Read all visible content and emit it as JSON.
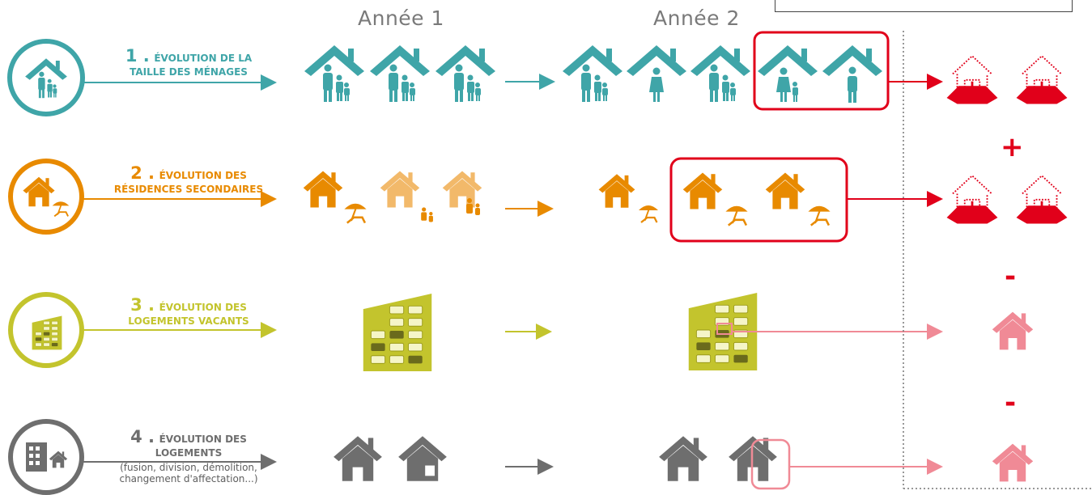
{
  "years": {
    "year1": "Année 1",
    "year2": "Année 2"
  },
  "rows": [
    {
      "num": "1 .",
      "line1": "ÉVOLUTION DE LA",
      "line2": "TAILLE DES MÉNAGES",
      "sub": "",
      "color": "#3fa5a8"
    },
    {
      "num": "2 .",
      "line1": "ÉVOLUTION DES",
      "line2": "RÉSIDENCES  SECONDAIRES",
      "sub": "",
      "color": "#e88a00"
    },
    {
      "num": "3 .",
      "line1": "ÉVOLUTION  DES",
      "line2": "LOGEMENTS VACANTS",
      "sub": "",
      "color": "#c3c42d"
    },
    {
      "num": "4 .",
      "line1": "ÉVOLUTION DES",
      "line2": "LOGEMENTS",
      "sub": "(fusion, division, démolition, changement d'affectation...)",
      "color": "#6e6e6e"
    }
  ],
  "operators": {
    "plus": "+",
    "minus1": "-",
    "minus2": "-"
  },
  "colors": {
    "teal": "#3fa5a8",
    "orange": "#e88a00",
    "light_orange": "#f2b96a",
    "olive": "#c3c42d",
    "gray": "#6e6e6e",
    "red": "#e1001a",
    "pink": "#f08a96"
  },
  "icons": [
    "house-family-icon",
    "house-woman-icon",
    "house-man-icon",
    "house-umbrella-icon",
    "building-icon",
    "house-icon",
    "new-house-icon"
  ]
}
